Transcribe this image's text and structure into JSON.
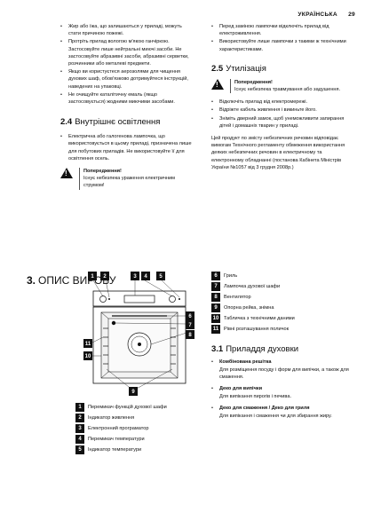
{
  "header": {
    "language": "УКРАЇНСЬКА",
    "page": "29"
  },
  "left_col": {
    "bullets_top": [
      "Жир або їжа, що залишаються у приладі, можуть стати причиною пожежі.",
      "Протріть прилад вологою м'якою ганчіркою. Застосовуйте лише нейтральні миючі засоби. Не застосовуйте абразивні засоби, абразивні серветки, розчинники або металеві предмети.",
      "Якщо ви користуєтеся аерозолями для чищення духових шаф, обов'язково дотримуйтеся інструкцій, наведених на упаковці.",
      "Не очищуйте каталітичну емаль (якщо застосовується) жодними миючими засобами."
    ],
    "section_2_4": {
      "number": "2.4",
      "title": "Внутрішнє освітлення"
    },
    "bullets_2_4": [
      "Електрична або галогенова лампочка, що використовується в цьому приладі, призначена лише для побутових приладів. Не використовуйте її для освітлення осель."
    ],
    "warning_2_4": {
      "icon": "warning-triangle-icon",
      "head": "Попередження!",
      "text": "Існує небезпека ураження електричним струмом!"
    }
  },
  "right_col": {
    "bullets_top": [
      "Перед заміною лампочки відключіть прилад від електроживлення.",
      "Використовуйте лише лампочки з такими ж технічними характеристиками."
    ],
    "section_2_5": {
      "number": "2.5",
      "title": "Утилізація"
    },
    "warning_2_5": {
      "icon": "warning-triangle-icon",
      "head": "Попередження!",
      "text": "Існує небезпека травмування або задушення."
    },
    "bullets_2_5": [
      "Відключіть прилад від електромережі.",
      "Відріжте кабель живлення і викиньте його.",
      "Зніміть дверний замок, щоб унеможливити запирання дітей і домашніх тварин у приладі."
    ],
    "paragraph": "Цей продукт по змісту небезпечних речовин відповідає вимогам Технічного регламенту обмеження використання деяких небезпечних речовин в електричному та електронному обладнанні (постанова Кабінета Міністрів України №1057 від 3 грудня 2008р.)"
  },
  "section_3": {
    "number": "3.",
    "title": "ОПИС ВИРОБУ"
  },
  "diagram": {
    "top_labels": [
      "1",
      "2",
      "3",
      "4",
      "5"
    ],
    "side_labels": [
      "6",
      "7",
      "8",
      "9",
      "10",
      "11"
    ]
  },
  "legend_left": [
    {
      "n": "1",
      "text": "Перемикач функцій духової шафи"
    },
    {
      "n": "2",
      "text": "Індикатор живлення"
    },
    {
      "n": "3",
      "text": "Електронний програматор"
    },
    {
      "n": "4",
      "text": "Перемикач температури"
    },
    {
      "n": "5",
      "text": "Індикатор температури"
    }
  ],
  "legend_right": [
    {
      "n": "6",
      "text": "Гриль"
    },
    {
      "n": "7",
      "text": "Лампочка духової шафи"
    },
    {
      "n": "8",
      "text": "Вентилятор"
    },
    {
      "n": "9",
      "text": "Опорна рейка, знімна"
    },
    {
      "n": "10",
      "text": "Табличка з технічними даними"
    },
    {
      "n": "11",
      "text": "Рівні розташування поличок"
    }
  ],
  "section_3_1": {
    "number": "3.1",
    "title": "Приладдя духовки"
  },
  "accessories": [
    {
      "name": "Комбінована решітка",
      "desc": "Для розміщення посуду і форм для випічки, а також для смаження."
    },
    {
      "name": "Деко для випічки",
      "desc": "Для випікання пирогів і печива."
    },
    {
      "name": "Деко для смаження / Деко для гриля",
      "desc": "Для випікання і смаження чи для збирання жиру."
    }
  ]
}
